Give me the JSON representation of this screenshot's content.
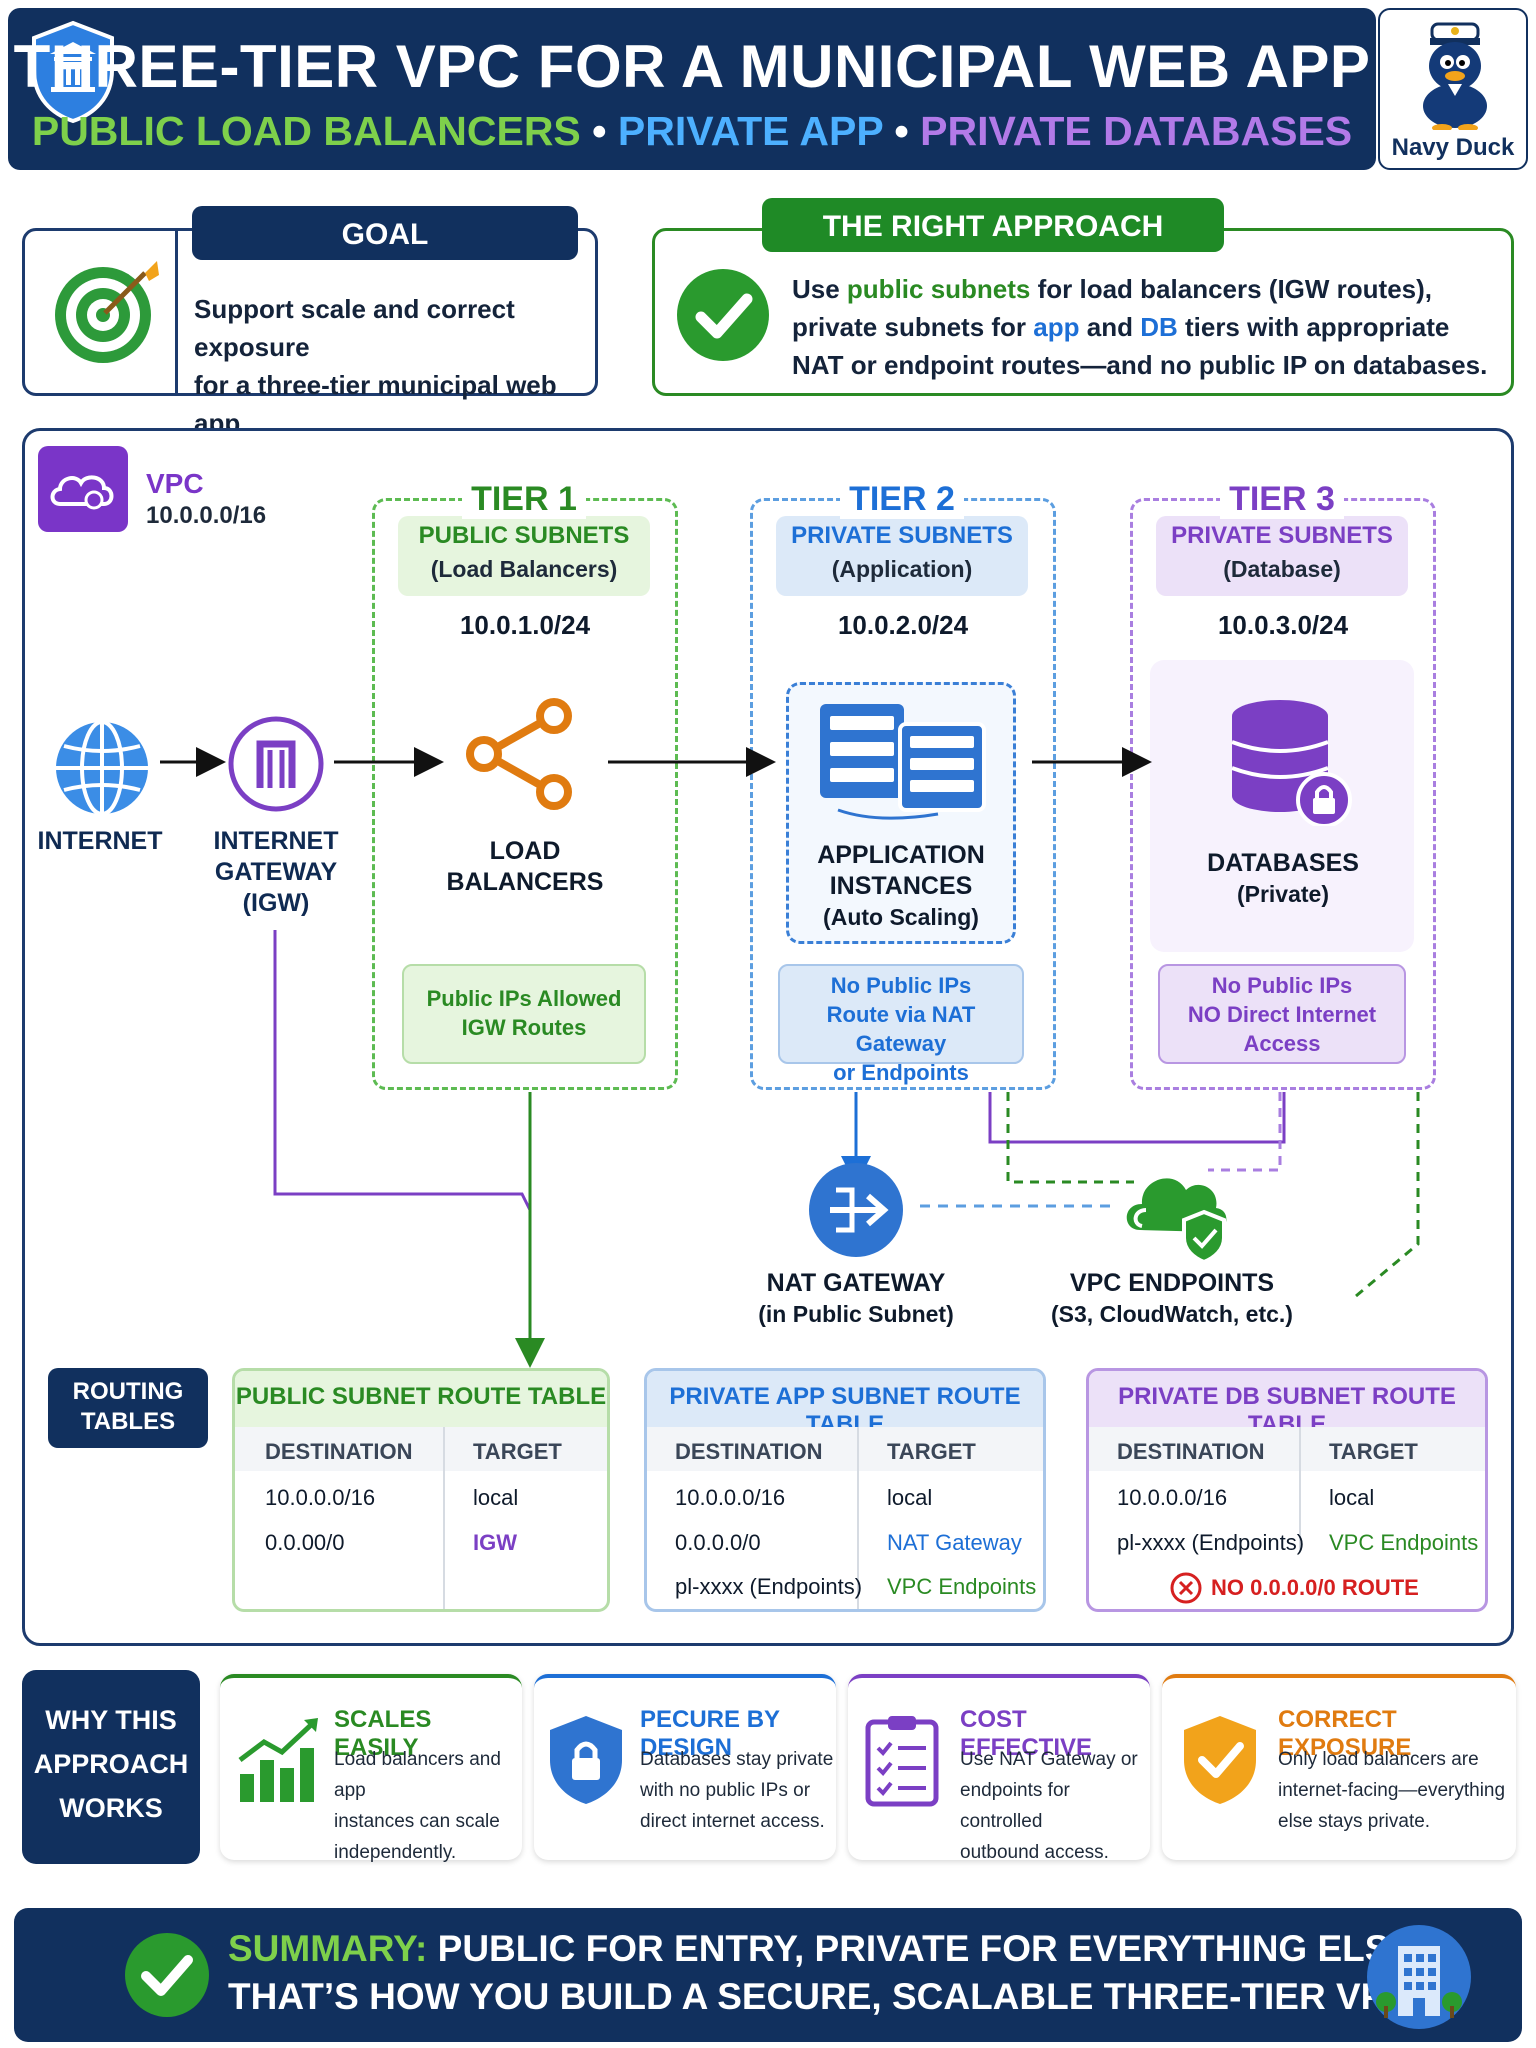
{
  "header": {
    "title": "THREE-TIER VPC FOR A MUNICIPAL WEB APP",
    "subtitle": {
      "part1": "PUBLIC LOAD BALANCERS",
      "sep": " • ",
      "part2": "PRIVATE APP",
      "part3": "PRIVATE DATABASES"
    },
    "logo_label": "Navy Duck"
  },
  "goal": {
    "heading": "GOAL",
    "line1": "Support scale and correct exposure",
    "line2": "for a three-tier municipal web app."
  },
  "approach": {
    "heading": "THE RIGHT APPROACH",
    "l1a": "Use ",
    "l1b": "public subnets",
    "l1c": " for load balancers (IGW routes),",
    "l2a": "private subnets for ",
    "l2b": "app",
    "l2c": " and ",
    "l2d": "DB",
    "l2e": " tiers with appropriate",
    "l3": "NAT or endpoint routes—and no public IP on databases."
  },
  "vpc": {
    "label": "VPC",
    "cidr": "10.0.0.0/16"
  },
  "flow": {
    "internet": "INTERNET",
    "igw_l1": "INTERNET",
    "igw_l2": "GATEWAY",
    "igw_l3": "(IGW)"
  },
  "tiers": [
    {
      "num": "TIER 1",
      "head1": "PUBLIC SUBNETS",
      "head2": "(Load Balancers)",
      "cidr": "10.0.1.0/24",
      "res1": "LOAD",
      "res2": "BALANCERS",
      "res3": "",
      "note1": "Public IPs Allowed",
      "note2": "IGW Routes",
      "note3": ""
    },
    {
      "num": "TIER 2",
      "head1": "PRIVATE SUBNETS",
      "head2": "(Application)",
      "cidr": "10.0.2.0/24",
      "res1": "APPLICATION",
      "res2": "INSTANCES",
      "res3": "(Auto Scaling)",
      "note1": "No Public IPs",
      "note2": "Route via NAT Gateway",
      "note3": "or Endpoints"
    },
    {
      "num": "TIER 3",
      "head1": "PRIVATE SUBNETS",
      "head2": "(Database)",
      "cidr": "10.0.3.0/24",
      "res1": "DATABASES",
      "res2": "(Private)",
      "res3": "",
      "note1": "No Public IPs",
      "note2": "NO Direct Internet",
      "note3": "Access"
    }
  ],
  "nat": {
    "title": "NAT GATEWAY",
    "sub": "(in Public Subnet)"
  },
  "endpoints": {
    "title": "VPC ENDPOINTS",
    "sub": "(S3, CloudWatch, etc.)"
  },
  "routing": {
    "label1": "ROUTING",
    "label2": "TABLES",
    "col_dest": "DESTINATION",
    "col_target": "TARGET",
    "tables": [
      {
        "title": "PUBLIC SUBNET ROUTE TABLE",
        "rows": [
          {
            "dest": "10.0.0.0/16",
            "target": "local"
          },
          {
            "dest": "0.0.00/0",
            "target": "IGW"
          }
        ]
      },
      {
        "title": "PRIVATE APP SUBNET ROUTE TABLE",
        "rows": [
          {
            "dest": "10.0.0.0/16",
            "target": "local"
          },
          {
            "dest": "0.0.0.0/0",
            "target": "NAT Gateway"
          },
          {
            "dest": "pl-xxxx (Endpoints)",
            "target": "VPC Endpoints"
          }
        ]
      },
      {
        "title": "PRIVATE DB SUBNET ROUTE TABLE",
        "rows": [
          {
            "dest": "10.0.0.0/16",
            "target": "local"
          },
          {
            "dest": "pl-xxxx (Endpoints)",
            "target": "VPC Endpoints"
          }
        ],
        "warning": "NO 0.0.0.0/0 ROUTE"
      }
    ]
  },
  "why": {
    "label1": "WHY THIS",
    "label2": "APPROACH",
    "label3": "WORKS",
    "cards": [
      {
        "title": "SCALES EASILY",
        "l1": "Load balancers and app",
        "l2": "instances can scale",
        "l3": "independently."
      },
      {
        "title": "PECURE BY DESIGN",
        "l1": "Databases stay private",
        "l2": "with no public IPs or",
        "l3": "direct internet access."
      },
      {
        "title": "COST EFFECTIVE",
        "l1": "Use NAT Gateway or",
        "l2": "endpoints for controlled",
        "l3": "outbound access."
      },
      {
        "title": "CORRECT EXPOSURE",
        "l1": "Only load balancers are",
        "l2": "internet-facing—everything",
        "l3": "else stays private."
      }
    ]
  },
  "summary": {
    "lead": "SUMMARY:",
    "line1": " PUBLIC FOR ENTRY, PRIVATE FOR EVERYTHING ELSE.",
    "line2": "THAT’S HOW YOU BUILD A SECURE, SCALABLE THREE-TIER VPC."
  },
  "colors": {
    "navy": "#11305e",
    "green": "#2a8a23",
    "blue": "#1d6fd6",
    "purple": "#7b3fc4",
    "orange": "#e07b10",
    "red": "#d62020"
  }
}
